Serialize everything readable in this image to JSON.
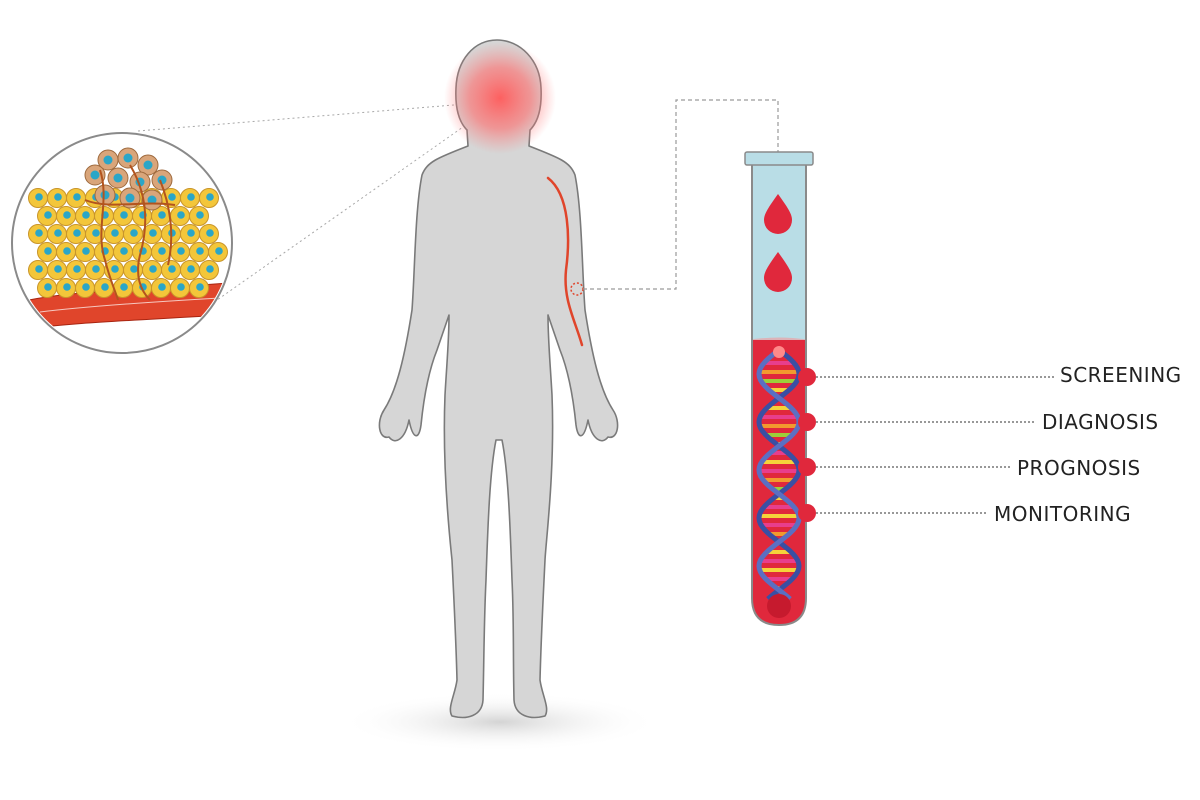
{
  "diagram": {
    "applications": [
      {
        "label": "SCREENING"
      },
      {
        "label": "DIAGNOSIS"
      },
      {
        "label": "PROGNOSIS"
      },
      {
        "label": "MONITORING"
      }
    ]
  },
  "colors": {
    "body": "#d6d6d6",
    "body_outline": "#7a7a7a",
    "tumor_glow": "#ff5a5a",
    "vessel": "#e0452b",
    "tube_glass": "#b9dde6",
    "blood": "#e0283c",
    "marker": "#e0283c",
    "dna_strand": "#3a4fa3",
    "tumor_cell": "#f3c63a",
    "tumor_nucleus": "#2aa6c8",
    "connector": "#9a9a9a"
  },
  "icons": [
    "human-body-silhouette",
    "tumor-cells-magnified",
    "blood-vessel",
    "blood-drop-icon",
    "blood-test-tube",
    "dna-helix"
  ]
}
